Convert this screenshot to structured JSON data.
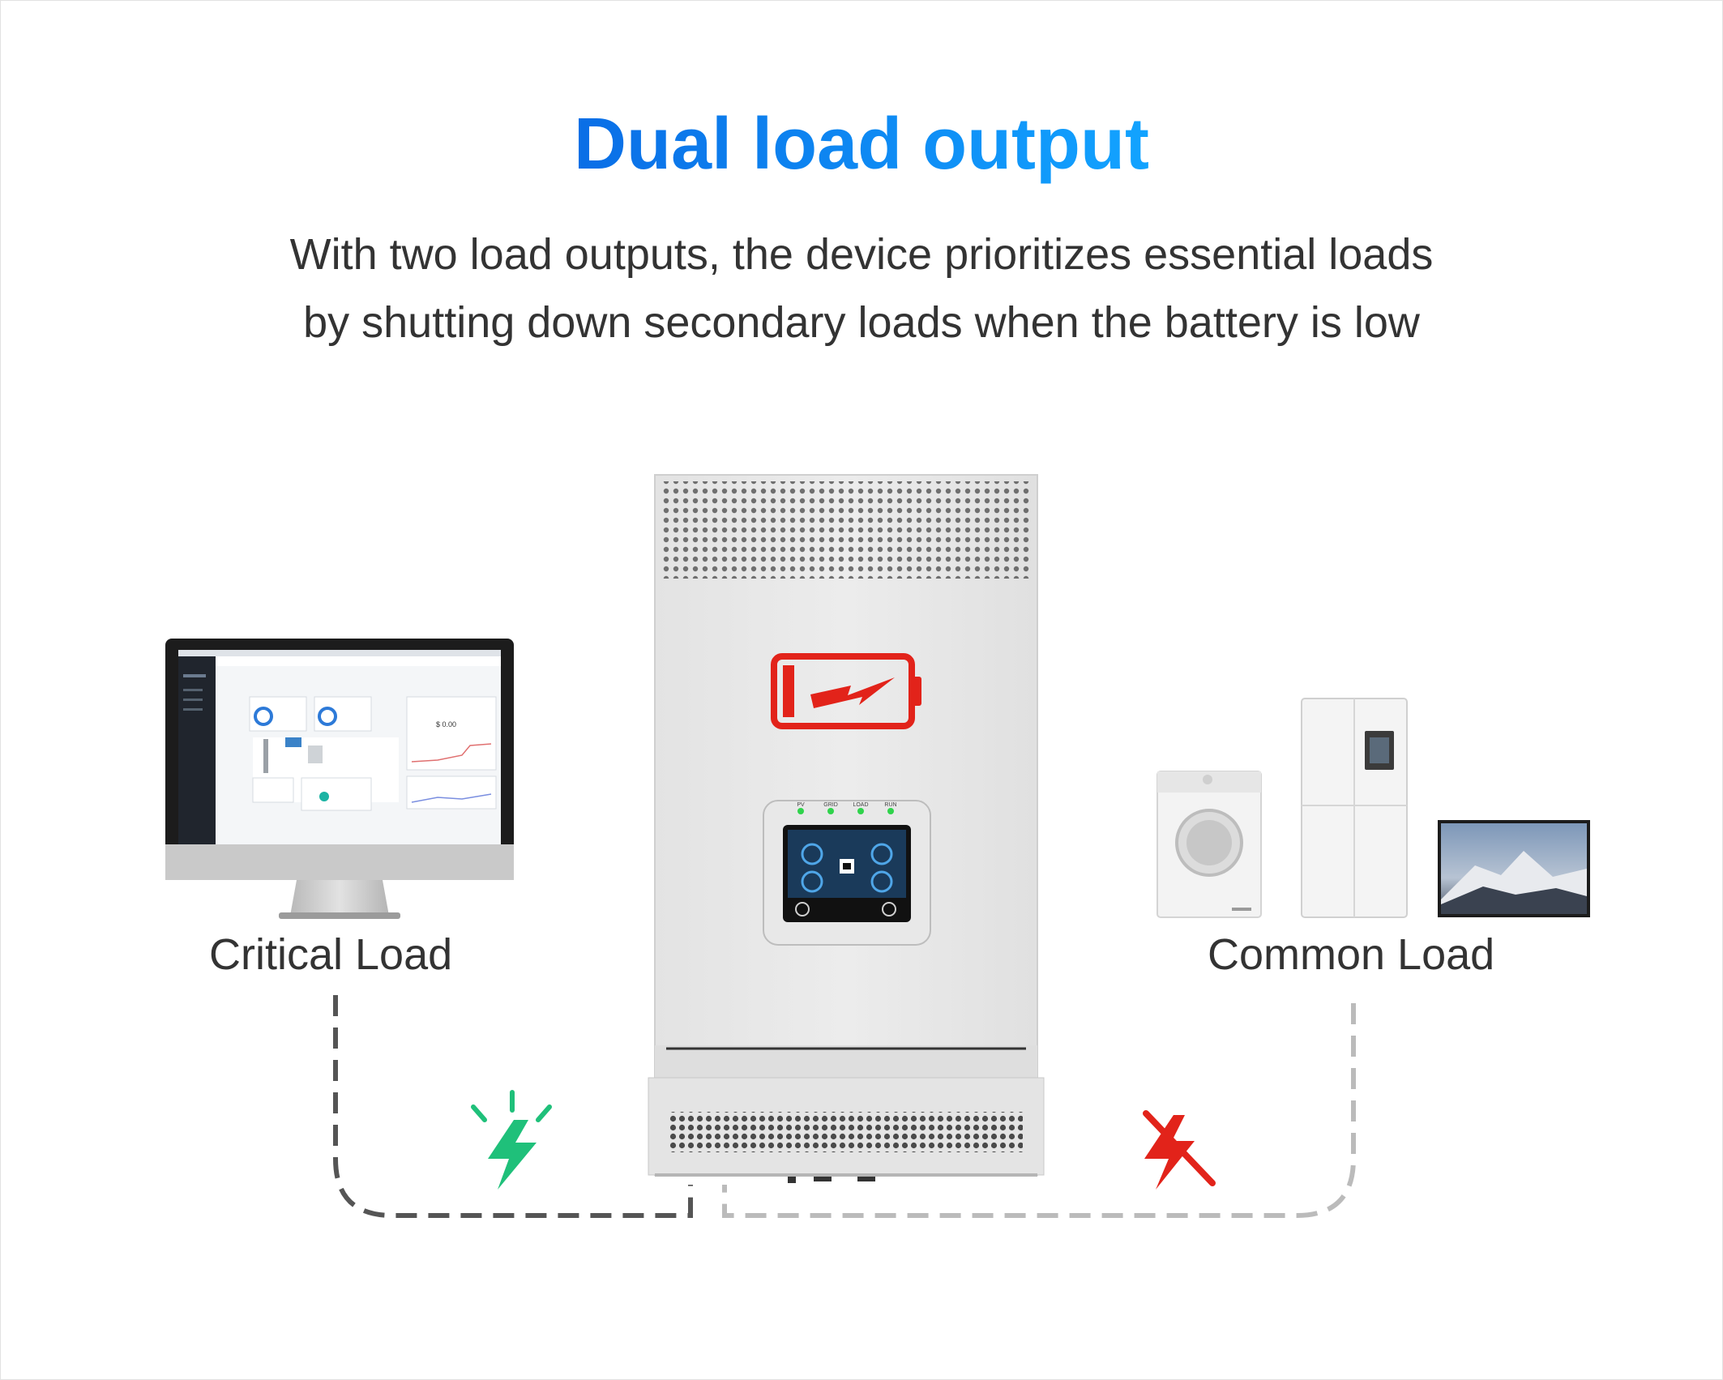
{
  "title": "Dual load output",
  "subtitle_line1": "With two load outputs, the device prioritizes essential loads",
  "subtitle_line2": "by shutting down secondary loads when the battery is low",
  "labels": {
    "critical": "Critical Load",
    "common": "Common Load"
  },
  "inverter_leds": [
    "PV",
    "GRID",
    "LOAD",
    "RUN"
  ],
  "colors": {
    "title_blue": "#0a7ff0",
    "battery_red": "#e2231a",
    "power_green": "#1fc07a",
    "cut_red": "#e2231a",
    "line_active": "#555555",
    "line_inactive": "#bbbbbb"
  }
}
